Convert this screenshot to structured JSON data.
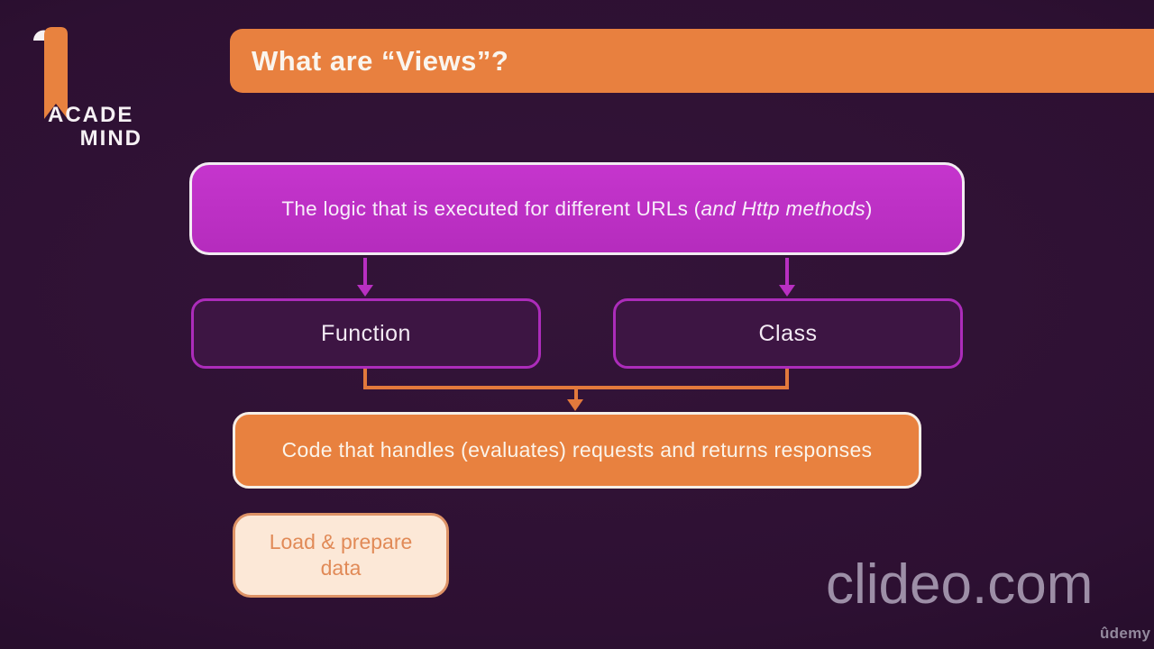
{
  "logo": {
    "line1": "ACADE",
    "line2": "MIND"
  },
  "header": {
    "title": "What are “Views”?"
  },
  "diagram": {
    "top_box": {
      "prefix": "The logic that is executed for different URLs (",
      "italic": "and Http methods",
      "suffix": ")"
    },
    "function_label": "Function",
    "class_label": "Class",
    "result_label": "Code that handles (evaluates) requests and returns responses",
    "load_line1": "Load & prepare",
    "load_line2": "data"
  },
  "watermark": "clideo.com",
  "footer": {
    "udemy": "ûdemy"
  },
  "colors": {
    "background": "#2d1032",
    "orange_accent": "#e8803f",
    "magenta_fill": "#bd2ec5",
    "magenta_border": "#ac2cba",
    "dark_box_fill": "#3d1543",
    "peach_fill": "#fce8d7",
    "peach_border": "#dd9266",
    "peach_text": "#e18a57",
    "watermark_gray": "#b6abc1"
  }
}
